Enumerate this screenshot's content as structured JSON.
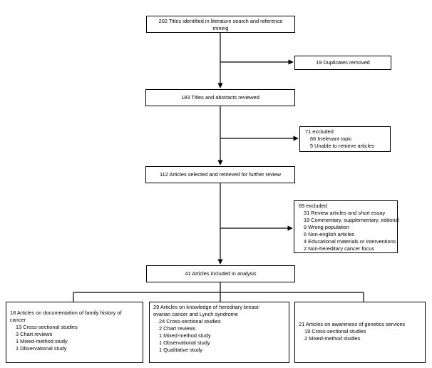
{
  "box1": {
    "line1": "202 Titles identified in literature search and reference",
    "line2": "mining"
  },
  "dup": {
    "text": "19 Duplicates removed"
  },
  "box2": {
    "text": "183 Titles and abstracts reviewed"
  },
  "exc1": {
    "title": "71 excluded",
    "items": [
      "66 Irrelevant topic",
      "5 Unable to retrieve articles"
    ]
  },
  "box3": {
    "text": "112 Articles selected and retrieved for further review"
  },
  "exc2": {
    "title": "69 excluded",
    "items": [
      "31 Review articles and short essay",
      "19 Commentary, supplementary, editorial",
      "9 Wrong population",
      "6 Non-english articles",
      "4 Educational materials or interventions",
      "2 Non-hereditary cancer focus"
    ]
  },
  "box4": {
    "text": "41 Articles included in analysis"
  },
  "left": {
    "line1": "18 Articles on documentation of family history of",
    "line2": "cancer",
    "items": [
      "13 Cross-sectional studies",
      "3 Chart reviews",
      "1 Mixed-method study",
      "1 Observational study"
    ]
  },
  "middle": {
    "line1": "29 Articles on knowledge of hereditary breast-",
    "line2": "ovarian cancer and Lynch syndrome",
    "items": [
      "24 Cross-sectional studies",
      "2 Chart reviews",
      "1 Mixed-method study",
      "1 Observational study",
      "1 Qualitative study"
    ]
  },
  "right": {
    "line1": "21 Articles on awareness of genetics services",
    "items": [
      "19 Cross-sectional studies",
      "2 Mixed-method studies"
    ]
  }
}
